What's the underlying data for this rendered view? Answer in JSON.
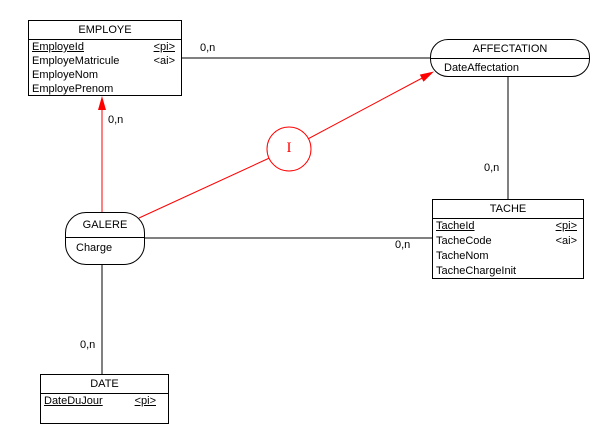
{
  "colors": {
    "line": "#000000",
    "accent": "#ff0000",
    "background": "#ffffff"
  },
  "entities": {
    "employe": {
      "title": "EMPLOYE",
      "attributes": [
        {
          "name": "EmployeId",
          "tag": "<pi>"
        },
        {
          "name": "EmployeMatricule",
          "tag": "<ai>"
        },
        {
          "name": "EmployeNom",
          "tag": ""
        },
        {
          "name": "EmployePrenom",
          "tag": ""
        }
      ]
    },
    "tache": {
      "title": "TACHE",
      "attributes": [
        {
          "name": "TacheId",
          "tag": "<pi>"
        },
        {
          "name": "TacheCode",
          "tag": "<ai>"
        },
        {
          "name": "TacheNom",
          "tag": ""
        },
        {
          "name": "TacheChargeInit",
          "tag": ""
        }
      ]
    },
    "date": {
      "title": "DATE",
      "attributes": [
        {
          "name": "DateDuJour",
          "tag": "<pi>"
        }
      ]
    }
  },
  "associations": {
    "affectation": {
      "title": "AFFECTATION",
      "attribute": "DateAffectation"
    },
    "galere": {
      "title": "GALERE",
      "attribute": "Charge"
    }
  },
  "link_constraint": {
    "symbol": "I"
  },
  "cardinalities": {
    "employe_affectation": "0,n",
    "employe_galere": "0,n",
    "affectation_tache": "0,n",
    "galere_tache": "0,n",
    "galere_date": "0,n"
  }
}
